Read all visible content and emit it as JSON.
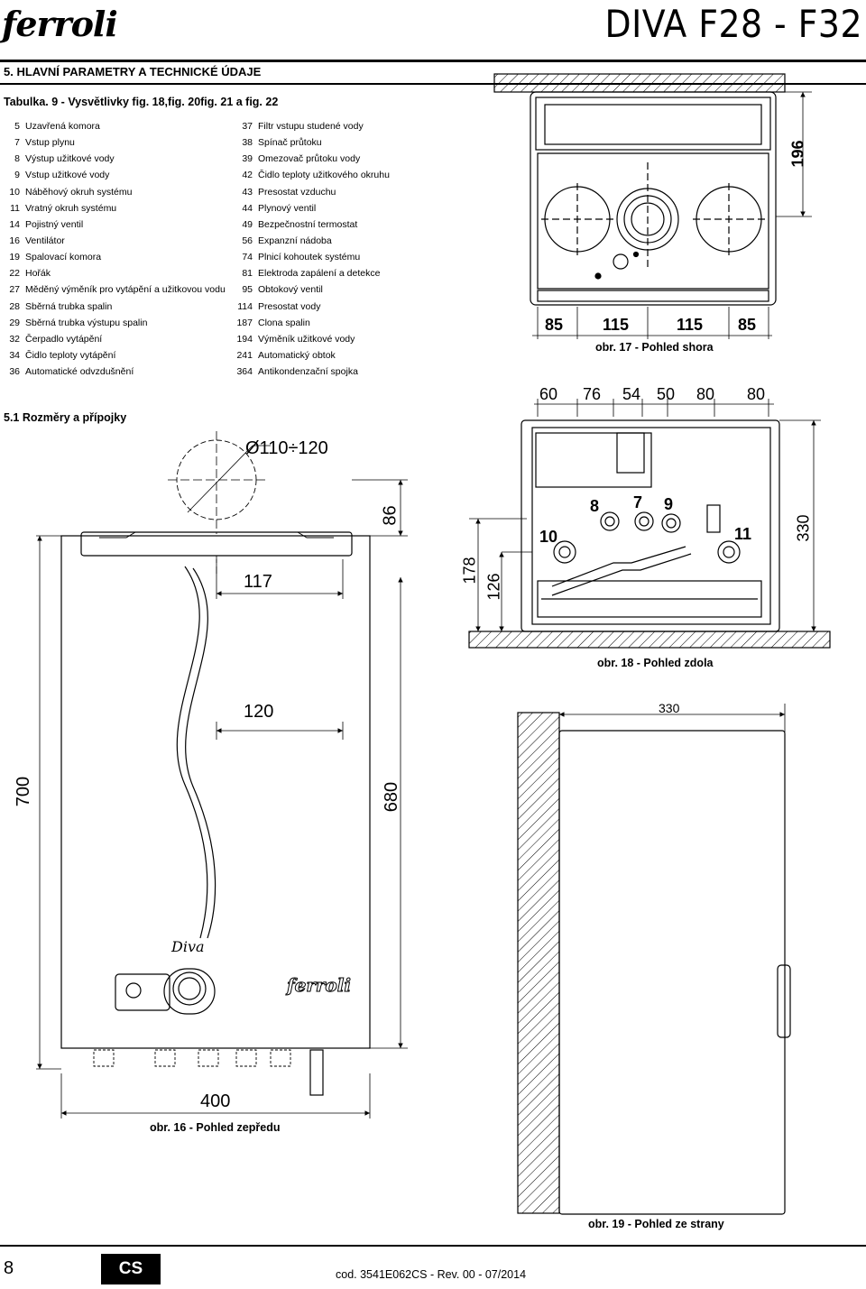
{
  "header": {
    "logo": "ferroli",
    "title": "DIVA F28 - F32"
  },
  "section": {
    "title": "5. HLAVNÍ PARAMETRY A TECHNICKÉ ÚDAJE",
    "table_caption": "Tabulka. 9 - Vysvětlivky fig. 18,fig. 20fig. 21 a fig. 22"
  },
  "parts_left": [
    {
      "num": "5",
      "label": "Uzavřená komora"
    },
    {
      "num": "7",
      "label": "Vstup plynu"
    },
    {
      "num": "8",
      "label": "Výstup užitkové vody"
    },
    {
      "num": "9",
      "label": "Vstup užitkové vody"
    },
    {
      "num": "10",
      "label": "Náběhový okruh systému"
    },
    {
      "num": "11",
      "label": "Vratný okruh systému"
    },
    {
      "num": "14",
      "label": "Pojistný ventil"
    },
    {
      "num": "16",
      "label": "Ventilátor"
    },
    {
      "num": "19",
      "label": "Spalovací komora"
    },
    {
      "num": "22",
      "label": "Hořák"
    },
    {
      "num": "27",
      "label": "Měděný výměník pro vytápění a užitkovou vodu"
    },
    {
      "num": "28",
      "label": "Sběrná trubka spalin"
    },
    {
      "num": "29",
      "label": "Sběrná trubka výstupu spalin"
    },
    {
      "num": "32",
      "label": "Čerpadlo vytápění"
    },
    {
      "num": "34",
      "label": "Čidlo teploty vytápění"
    },
    {
      "num": "36",
      "label": "Automatické odvzdušnění"
    }
  ],
  "parts_right": [
    {
      "num": "37",
      "label": "Filtr vstupu studené vody"
    },
    {
      "num": "38",
      "label": "Spínač průtoku"
    },
    {
      "num": "39",
      "label": "Omezovač průtoku vody"
    },
    {
      "num": "42",
      "label": "Čidlo teploty užitkového okruhu"
    },
    {
      "num": "43",
      "label": "Presostat vzduchu"
    },
    {
      "num": "44",
      "label": "Plynový ventil"
    },
    {
      "num": "49",
      "label": "Bezpečnostní termostat"
    },
    {
      "num": "56",
      "label": "Expanzní nádoba"
    },
    {
      "num": "74",
      "label": "Plnicí kohoutek systému"
    },
    {
      "num": "81",
      "label": "Elektroda zapálení a detekce"
    },
    {
      "num": "95",
      "label": "Obtokový ventil"
    },
    {
      "num": "114",
      "label": "Presostat vody"
    },
    {
      "num": "187",
      "label": "Clona spalin"
    },
    {
      "num": "194",
      "label": "Výměník užitkové vody"
    },
    {
      "num": "241",
      "label": "Automatický obtok"
    },
    {
      "num": "364",
      "label": "Antikondenzační spojka"
    }
  ],
  "dimensions_section": {
    "title": "5.1 Rozměry a přípojky"
  },
  "fig17": {
    "caption": "obr. 17 - Pohled shora",
    "dims": {
      "d196": "196",
      "d85a": "85",
      "d115a": "115",
      "d115b": "115",
      "d85b": "85"
    }
  },
  "fig18": {
    "caption": "obr. 18 - Pohled zdola",
    "top_dims": {
      "d60": "60",
      "d76": "76",
      "d54": "54",
      "d50": "50",
      "d80a": "80",
      "d80b": "80"
    },
    "dims": {
      "d330": "330",
      "d178": "178",
      "d126": "126"
    },
    "labels": {
      "l8": "8",
      "l7": "7",
      "l9": "9",
      "l10": "10",
      "l11": "11"
    }
  },
  "fig16": {
    "caption": "obr. 16 - Pohled zepředu",
    "flue": "Ø110÷120",
    "dims": {
      "d86": "86",
      "d117": "117",
      "d120": "120",
      "d700": "700",
      "d680": "680",
      "d400": "400"
    },
    "signature": "Diva",
    "brand": "ferroli"
  },
  "fig19": {
    "caption": "obr. 19 - Pohled ze strany",
    "dims": {
      "d330": "330"
    }
  },
  "footer": {
    "page": "8",
    "lang": "CS",
    "code": "cod. 3541E062CS  -  Rev. 00  -  07/2014"
  }
}
